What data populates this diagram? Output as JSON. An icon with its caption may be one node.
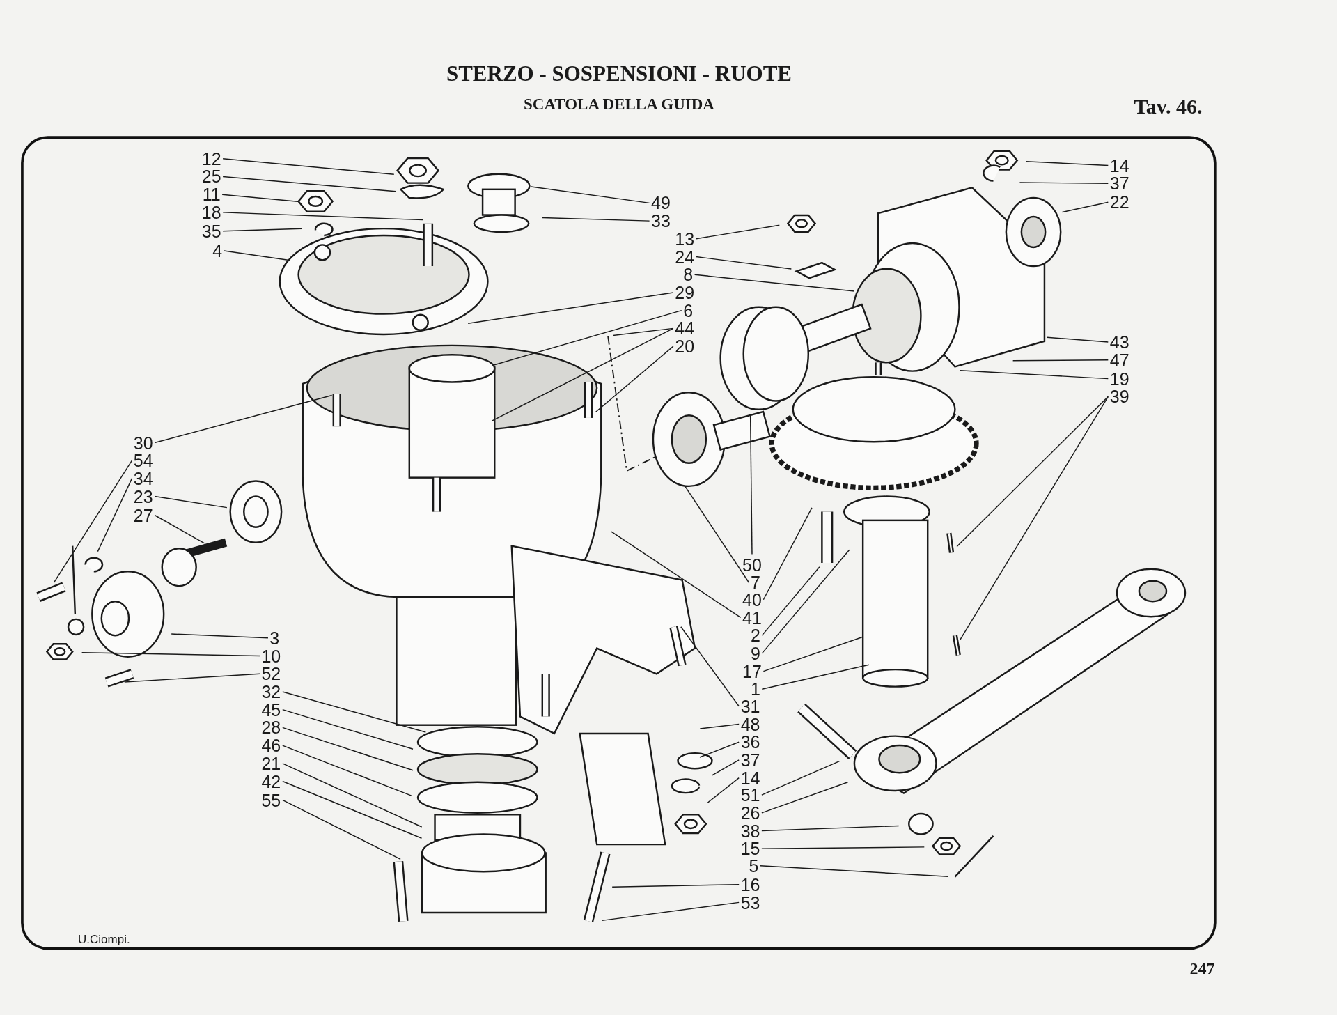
{
  "diagram": {
    "title": "STERZO - SOSPENSIONI - RUOTE",
    "nodes": [
      {
        "text": [
          "12"
        ]
      },
      {
        "text": [
          "25"
        ]
      },
      {
        "text": [
          "11"
        ]
      },
      {
        "text": [
          "18"
        ]
      },
      {
        "text": [
          "35"
        ]
      },
      {
        "text": [
          "4"
        ]
      },
      {
        "text": [
          "49"
        ]
      },
      {
        "text": [
          "33"
        ]
      },
      {
        "text": [
          "13"
        ]
      },
      {
        "text": [
          "24"
        ]
      },
      {
        "text": [
          "8"
        ]
      },
      {
        "text": [
          "29"
        ]
      },
      {
        "text": [
          "6"
        ]
      },
      {
        "text": [
          "44"
        ]
      },
      {
        "text": [
          "20"
        ]
      },
      {
        "text": [
          "14"
        ]
      },
      {
        "text": [
          "37"
        ]
      },
      {
        "text": [
          "22"
        ]
      },
      {
        "text": [
          "43"
        ]
      },
      {
        "text": [
          "47"
        ]
      },
      {
        "text": [
          "19"
        ]
      },
      {
        "text": [
          "39"
        ]
      },
      {
        "text": [
          "30"
        ]
      },
      {
        "text": [
          "54"
        ]
      },
      {
        "text": [
          "34"
        ]
      },
      {
        "text": [
          "23"
        ]
      },
      {
        "text": [
          "27"
        ]
      },
      {
        "text": [
          "3"
        ]
      },
      {
        "text": [
          "10"
        ]
      },
      {
        "text": [
          "52"
        ]
      },
      {
        "text": [
          "32"
        ]
      },
      {
        "text": [
          "45"
        ]
      },
      {
        "text": [
          "28"
        ]
      },
      {
        "text": [
          "46"
        ]
      },
      {
        "text": [
          "21"
        ]
      },
      {
        "text": [
          "42"
        ]
      },
      {
        "text": [
          "55"
        ]
      },
      {
        "text": [
          "50"
        ]
      },
      {
        "text": [
          "7"
        ]
      },
      {
        "text": [
          "40"
        ]
      },
      {
        "text": [
          "41"
        ]
      },
      {
        "text": [
          "2"
        ]
      },
      {
        "text": [
          "9"
        ]
      },
      {
        "text": [
          "17"
        ]
      },
      {
        "text": [
          "1"
        ]
      },
      {
        "text": [
          "31"
        ]
      },
      {
        "text": [
          "48"
        ]
      },
      {
        "text": [
          "36"
        ]
      },
      {
        "text": [
          "37"
        ]
      },
      {
        "text": [
          "14"
        ]
      },
      {
        "text": [
          "51"
        ]
      },
      {
        "text": [
          "26"
        ]
      },
      {
        "text": [
          "38"
        ]
      },
      {
        "text": [
          "15"
        ]
      },
      {
        "text": [
          "5"
        ]
      },
      {
        "text": [
          "16"
        ]
      },
      {
        "text": [
          "53"
        ]
      }
    ],
    "edges": [
      {
        "from": 0,
        "to": null,
        "arrow": "none"
      },
      {
        "from": 1,
        "to": null,
        "arrow": "none"
      },
      {
        "from": 2,
        "to": null,
        "arrow": "none"
      },
      {
        "from": 3,
        "to": null,
        "arrow": "none"
      },
      {
        "from": 4,
        "to": null,
        "arrow": "none"
      },
      {
        "from": 5,
        "to": null,
        "arrow": "none"
      },
      {
        "from": 6,
        "to": null,
        "arrow": "none"
      },
      {
        "from": 7,
        "to": null,
        "arrow": "none"
      },
      {
        "from": 8,
        "to": null,
        "arrow": "none"
      },
      {
        "from": 9,
        "to": null,
        "arrow": "none"
      },
      {
        "from": 10,
        "to": null,
        "arrow": "none"
      },
      {
        "from": 11,
        "to": null,
        "arrow": "none"
      },
      {
        "from": 12,
        "to": null,
        "arrow": "none"
      },
      {
        "from": 13,
        "to": null,
        "arrow": "none"
      },
      {
        "from": 13,
        "to": null,
        "arrow": "none"
      },
      {
        "from": 14,
        "to": null,
        "arrow": "none"
      },
      {
        "from": 15,
        "to": null,
        "arrow": "none"
      },
      {
        "from": 16,
        "to": null,
        "arrow": "none"
      },
      {
        "from": 17,
        "to": null,
        "arrow": "none"
      },
      {
        "from": 18,
        "to": null,
        "arrow": "none"
      },
      {
        "from": 19,
        "to": null,
        "arrow": "none"
      },
      {
        "from": 20,
        "to": null,
        "arrow": "none"
      },
      {
        "from": 21,
        "to": null,
        "arrow": "none"
      },
      {
        "from": 21,
        "to": null,
        "arrow": "none"
      },
      {
        "from": 22,
        "to": null,
        "arrow": "none"
      },
      {
        "from": 23,
        "to": null,
        "arrow": "none"
      },
      {
        "from": 24,
        "to": null,
        "arrow": "none"
      },
      {
        "from": 25,
        "to": null,
        "arrow": "none"
      },
      {
        "from": 26,
        "to": null,
        "arrow": "none"
      },
      {
        "from": 27,
        "to": null,
        "arrow": "none"
      },
      {
        "from": 28,
        "to": null,
        "arrow": "none"
      },
      {
        "from": 29,
        "to": null,
        "arrow": "none"
      },
      {
        "from": 30,
        "to": null,
        "arrow": "none"
      },
      {
        "from": 31,
        "to": null,
        "arrow": "none"
      },
      {
        "from": 32,
        "to": null,
        "arrow": "none"
      },
      {
        "from": 33,
        "to": null,
        "arrow": "none"
      },
      {
        "from": 34,
        "to": null,
        "arrow": "none"
      },
      {
        "from": 35,
        "to": null,
        "arrow": "none"
      },
      {
        "from": 36,
        "to": null,
        "arrow": "none"
      },
      {
        "from": 37,
        "to": null,
        "arrow": "none"
      },
      {
        "from": 38,
        "to": null,
        "arrow": "none"
      },
      {
        "from": 39,
        "to": null,
        "arrow": "none"
      },
      {
        "from": 40,
        "to": null,
        "arrow": "none"
      },
      {
        "from": 41,
        "to": null,
        "arrow": "none"
      },
      {
        "from": 42,
        "to": null,
        "arrow": "none"
      },
      {
        "from": 43,
        "to": null,
        "arrow": "none"
      },
      {
        "from": 44,
        "to": null,
        "arrow": "none"
      },
      {
        "from": 45,
        "to": null,
        "arrow": "none"
      },
      {
        "from": 46,
        "to": null,
        "arrow": "none"
      },
      {
        "from": 47,
        "to": null,
        "arrow": "none"
      },
      {
        "from": 48,
        "to": null,
        "arrow": "none"
      },
      {
        "from": 49,
        "to": null,
        "arrow": "none"
      },
      {
        "from": 50,
        "to": null,
        "arrow": "none"
      },
      {
        "from": 51,
        "to": null,
        "arrow": "none"
      },
      {
        "from": 52,
        "to": null,
        "arrow": "none"
      },
      {
        "from": 53,
        "to": null,
        "arrow": "none"
      },
      {
        "from": 54,
        "to": null,
        "arrow": "none"
      },
      {
        "from": 55,
        "to": null,
        "arrow": "none"
      },
      {
        "from": 56,
        "to": null,
        "arrow": "none"
      }
    ],
    "labels": [
      "SCATOLA DELLA GUIDA",
      "Tav. 46.",
      "U.Ciompi.",
      "247"
    ]
  }
}
